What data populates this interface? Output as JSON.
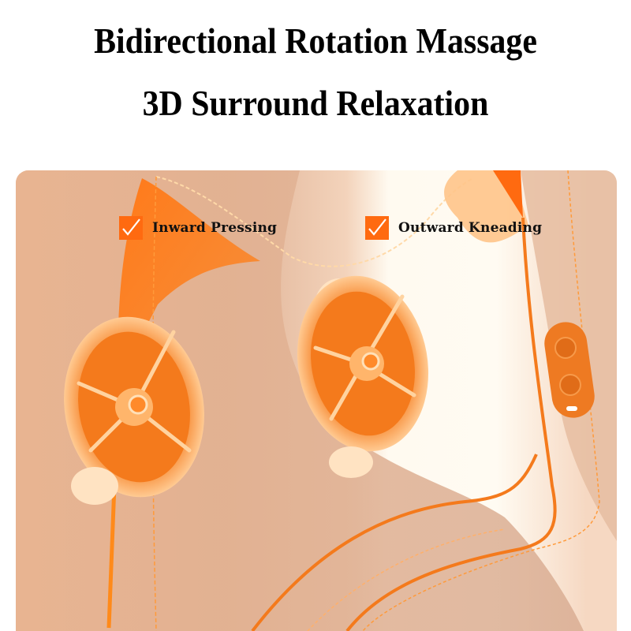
{
  "header": {
    "title_line_1": "Bidirectional Rotation Massage",
    "title_line_2": "3D Surround Relaxation"
  },
  "features": [
    {
      "icon": "checkmark-icon",
      "label": "Inward Pressing"
    },
    {
      "icon": "checkmark-icon",
      "label": "Outward Kneading"
    }
  ],
  "illustration": {
    "subject": "neck massager with two rotating massage heads and side control panel",
    "control_panel_buttons": 2
  },
  "colors": {
    "accent": "#ff6a10",
    "skin_tone": "#e2b394",
    "highlight": "#fffaf0",
    "text": "#000000"
  }
}
